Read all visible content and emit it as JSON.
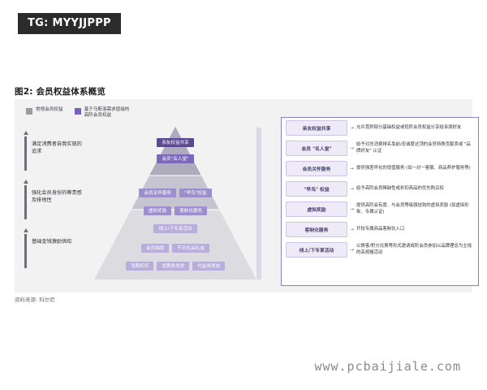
{
  "badge": {
    "text": "TG: MYYJJPPP"
  },
  "figure": {
    "title": "图2: 会员权益体系概览",
    "source": "资料来源: 科尔尼"
  },
  "legend": [
    {
      "swatch": "gray",
      "label": "常规会员权益"
    },
    {
      "swatch": "purple",
      "label": "基于乌斯洛需求层级的\n高阶会员权益"
    }
  ],
  "axis": [
    {
      "label": "满足消费者自我实现的追求"
    },
    {
      "label": "强化会员身份的尊贵感及排他性"
    },
    {
      "label": "基础金钱激励供给"
    }
  ],
  "pyramid": [
    {
      "tier": 1,
      "chips": [
        "亲友权益共享"
      ]
    },
    {
      "tier": 2,
      "chips": [
        "会员\"名人堂\""
      ]
    },
    {
      "tier": 3,
      "chips": [
        "会员关怀服务",
        "\"早鸟\"权益"
      ]
    },
    {
      "tier": 4,
      "chips": [
        "虚拟奖励",
        "客制化服务"
      ]
    },
    {
      "tier": 5,
      "chips": [
        "线上/下专享活动"
      ]
    },
    {
      "tier": 6,
      "chips": [
        "会员抽奖",
        "节日礼品礼金"
      ]
    },
    {
      "tier": 7,
      "chips": [
        "消费折扣",
        "优惠券发放",
        "代金券发放"
      ]
    }
  ],
  "benefits": [
    {
      "name": "亲友权益共享",
      "desc": "允许其附部分基础权益或低阶会员权益分享给亲朋好友"
    },
    {
      "name": "会员 \"名人堂\"",
      "desc": "给予对总消费排名靠前/忠诚度达顶的会员特殊贡献奖或 \"品牌好友\" 认证"
    },
    {
      "name": "会员关怀服务",
      "desc": "提供强差异化的增值服务 (如一对一客服、商品养护服务等)"
    },
    {
      "name": "\"早鸟\" 权益",
      "desc": "给予高阶会员稀缺性或折扣商品的优先购买权"
    },
    {
      "name": "虚拟奖励",
      "desc": "提供高阶会有度、与会员等级强挂钩的虚拟奖励 (如虚拟形象、专属认证)"
    },
    {
      "name": "客制化服务",
      "desc": "开较专属商品客制化入口"
    },
    {
      "name": "线上/下专享活动",
      "desc": "以换客/积分兑换等形式邀请成阶会员参加以品牌理念为主线的高规格活动"
    }
  ],
  "watermark": {
    "text": "www.pcbaijiale.com"
  },
  "colors": {
    "badge_bg": "#2b2b2b",
    "panel_bg": "#f2f2f3",
    "purple_dark": "#5b4a8f",
    "purple_mid": "#7b68b8",
    "purple_light": "#9d8fcb",
    "purple_pale": "#b8aedc",
    "gray_tier": "#9b9aa3",
    "border_purple": "#8e7fc4"
  }
}
